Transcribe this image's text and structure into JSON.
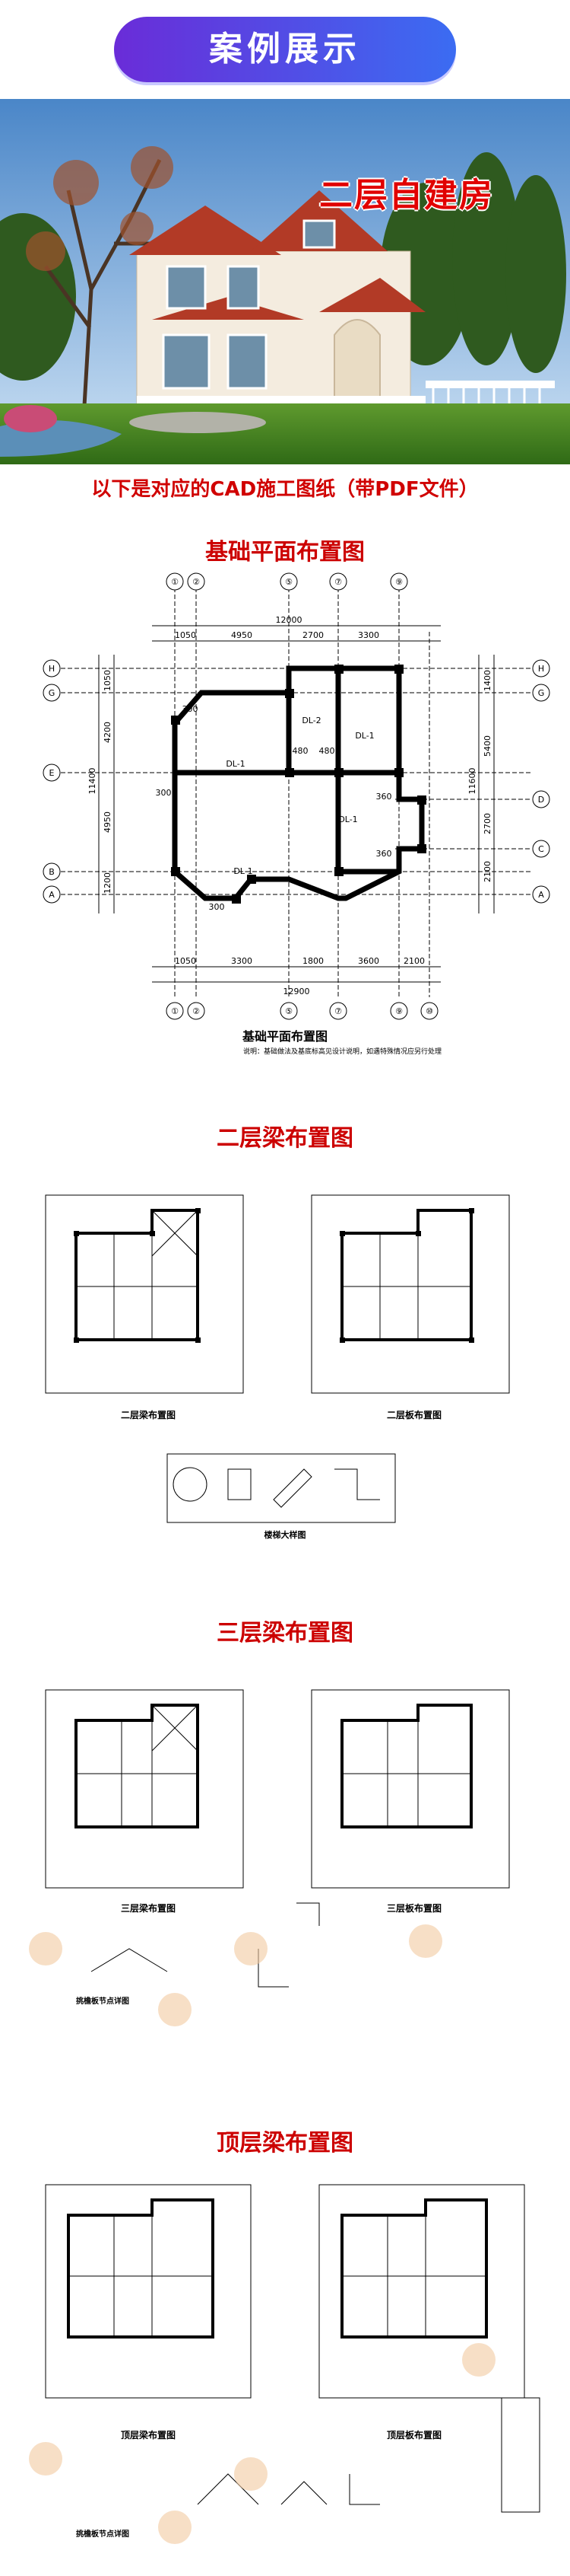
{
  "header": {
    "banner": "案例展示"
  },
  "photo": {
    "title": "二层自建房"
  },
  "subtitle": "以下是对应的CAD施工图纸（带PDF文件）",
  "foundation": {
    "section_title": "基础平面布置图",
    "drawing_title": "基础平面布置图",
    "note": "说明：基础做法及基底标高见设计说明，如遇特殊情况应另行处理",
    "top_axes": [
      "①",
      "②",
      "⑤",
      "⑦",
      "⑨"
    ],
    "bottom_axes": [
      "①",
      "②",
      "⑤",
      "⑦",
      "⑨",
      "⑩"
    ],
    "left_axes": [
      "H",
      "G",
      "E",
      "B",
      "A"
    ],
    "right_axes": [
      "H",
      "G",
      "D",
      "C",
      "A"
    ],
    "top_dims": [
      "1050",
      "4950",
      "2700",
      "3300"
    ],
    "top_total": "12000",
    "bottom_dims": [
      "1050",
      "3300",
      "1800",
      "3600",
      "2100"
    ],
    "bottom_total": "12900",
    "left_dims": [
      "1050",
      "4200",
      "4950",
      "1200"
    ],
    "left_total": "11400",
    "right_dims": [
      "1400",
      "5400",
      "2700",
      "2100"
    ],
    "right_total": "11600",
    "beam_labels": [
      "DL-1",
      "DL-2",
      "DL-1",
      "DL-1",
      "DL-1"
    ],
    "wall_labels": [
      "300",
      "300",
      "480",
      "480",
      "360",
      "360",
      "300"
    ]
  },
  "second_floor": {
    "section_title": "二层梁布置图",
    "plan_left": "二层梁布置图",
    "plan_right": "二层板布置图",
    "detail": "楼梯大样图"
  },
  "third_floor": {
    "section_title": "三层梁布置图",
    "plan_left": "三层梁布置图",
    "plan_right": "三层板布置图",
    "detail": "挑檐板节点详图"
  },
  "roof": {
    "section_title": "顶层梁布置图",
    "plan_left": "顶层梁布置图",
    "plan_right": "顶层板布置图",
    "detail": "挑檐板节点详图"
  }
}
